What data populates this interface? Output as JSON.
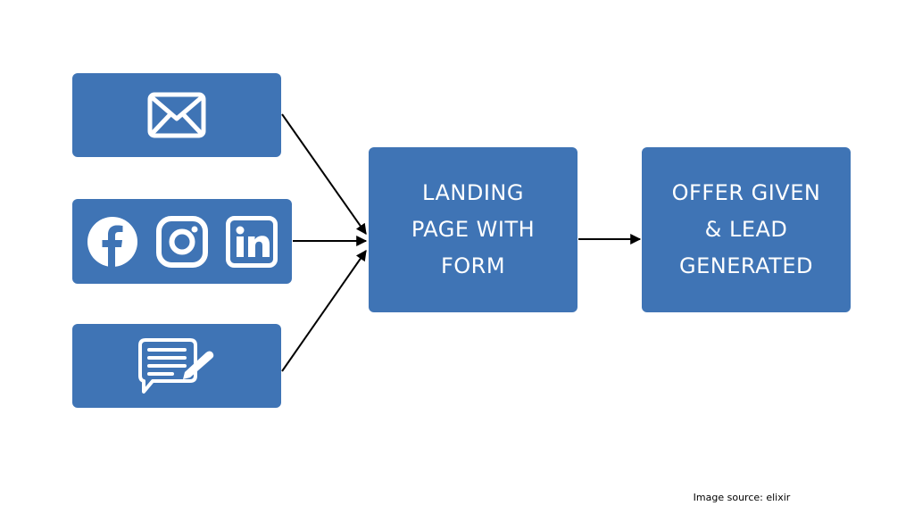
{
  "theme": {
    "box_color": "#3f74b5",
    "icon_color": "#ffffff",
    "arrow_color": "#000000"
  },
  "sources": [
    {
      "id": "email",
      "icon": "envelope-icon"
    },
    {
      "id": "social",
      "icons": [
        "facebook-icon",
        "instagram-icon",
        "linkedin-icon"
      ]
    },
    {
      "id": "blog",
      "icon": "chat-document-pen-icon"
    }
  ],
  "nodes": {
    "landing": {
      "label": "LANDING\nPAGE WITH\nFORM"
    },
    "offer": {
      "label": "OFFER GIVEN\n& LEAD\nGENERATED"
    }
  },
  "edges": [
    {
      "from": "email",
      "to": "landing"
    },
    {
      "from": "social",
      "to": "landing"
    },
    {
      "from": "blog",
      "to": "landing"
    },
    {
      "from": "landing",
      "to": "offer"
    }
  ],
  "caption": "Image source: elixir"
}
